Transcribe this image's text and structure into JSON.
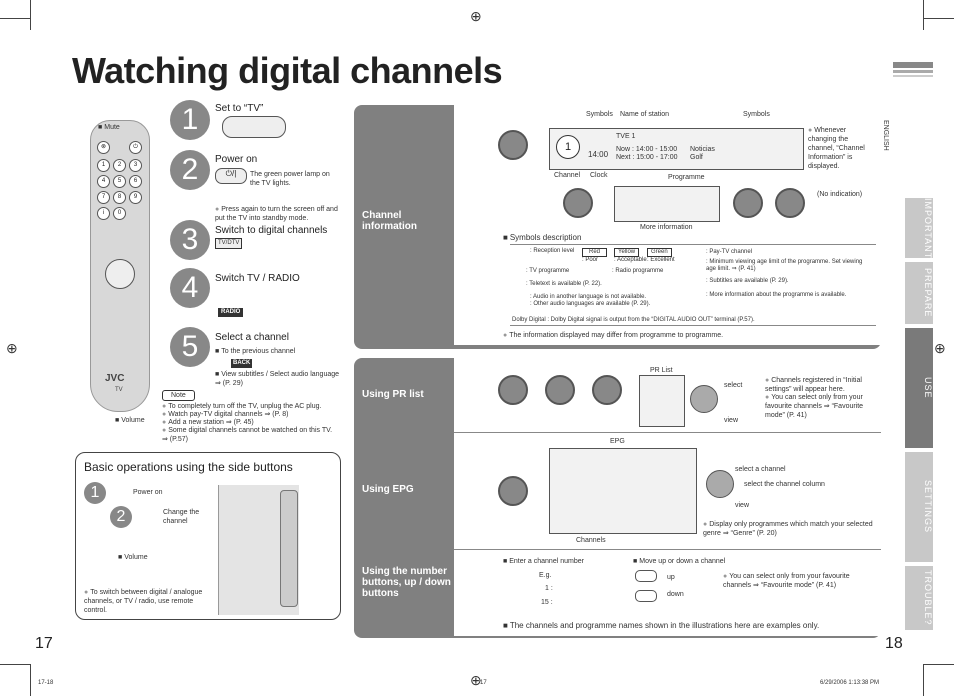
{
  "title": "Watching digital channels",
  "steps": [
    {
      "num": "1",
      "label": "Set to “TV”"
    },
    {
      "num": "2",
      "label": "Power on",
      "note": "The green power lamp on the TV lights.",
      "bullet": "Press again to turn the screen off and put the TV into standby mode."
    },
    {
      "num": "3",
      "label": "Switch to digital channels",
      "button": "TV/DTV"
    },
    {
      "num": "4",
      "label": "Switch TV / RADIO",
      "button": "RADIO"
    },
    {
      "num": "5",
      "label": "Select a channel",
      "sub1": "To the previous channel",
      "back": "BACK",
      "sub2": "View subtitles / Select audio language ⇒ (P. 29)"
    }
  ],
  "remote": {
    "mute": "Mute",
    "volume": "Volume",
    "brand": "JVC",
    "tv": "TV"
  },
  "note": {
    "label": "Note",
    "items": [
      "To completely turn off the TV, unplug the AC plug.",
      "Watch pay-TV digital channels ⇒ (P. 8)",
      "Add a new station ⇒ (P. 45)",
      "Some digital channels cannot be watched on this TV. ⇒ (P.57)"
    ]
  },
  "side_buttons": {
    "title": "Basic operations using the side buttons",
    "power_on": "Power on",
    "change": "Change the channel",
    "volume": "Volume",
    "bullet": "To switch between digital / analogue channels, or TV / radio, use remote control."
  },
  "channel_info": {
    "heading": "Channel information",
    "symbols": "Symbols",
    "name_of_station": "Name of station",
    "symbols2": "Symbols",
    "station": "TVE 1",
    "channel_num": "1",
    "clock": "14:00",
    "now": "Now :  14:00 - 15:00",
    "next": "Next :  15:00 - 17:00",
    "prog_now": "Noticias",
    "prog_next": "Golf",
    "channel": "Channel",
    "clock_label": "Clock",
    "programme": "Programme",
    "whenever": "Whenever changing the channel, “Channel Information” is displayed.",
    "no_indication": "(No indication)",
    "more_info": "More information",
    "symbols_desc": "Symbols description",
    "info_note": "The information displayed may differ from programme to programme.",
    "rows": {
      "reception": ": Reception level",
      "red": "Red",
      "poor": ": Poor",
      "yellow": "Yellow",
      "acceptable": ": Acceptable",
      "green": "Green",
      "excellent": ": Excellent",
      "tvprog": ": TV programme",
      "radioprog": ": Radio programme",
      "teletext": ": Teletext is available (P. 22).",
      "audio1": ": Audio in another language is not available.",
      "audio2": ": Other audio languages are available (P. 29).",
      "dolby": "Dolby Digital : Dolby Digital signal is output from the “DIGITAL AUDIO OUT” terminal (P.57).",
      "paytv": ": Pay-TV channel",
      "minage": ": Minimum viewing age limit of the programme. Set viewing age limit. ⇒ (P. 41)",
      "subtitles": ": Subtitles are available (P. 29).",
      "moreinfo": ": More information about the programme is available."
    }
  },
  "pr_list": {
    "heading": "Using PR list",
    "label": "PR List",
    "select": "select",
    "view": "view",
    "bullet1": "Channels registered in “Initial settings” will appear here.",
    "bullet2": "You can select only from your favourite channels ⇒ “Favourite mode” (P. 41)"
  },
  "epg": {
    "heading": "Using EPG",
    "label": "EPG",
    "select_channel": "select a channel",
    "select_column": "select the channel column",
    "view": "view",
    "channels": "Channels",
    "bullet": "Display only programmes which match your selected genre ⇒ “Genre” (P. 20)"
  },
  "number_buttons": {
    "heading": "Using the number buttons, up / down buttons",
    "enter": "Enter a channel number",
    "move": "Move up or down a channel",
    "eg": "E.g.",
    "eg1": "1 :",
    "eg15": "15 :",
    "up": "up",
    "down": "down",
    "bullet": "You can select only from your favourite channels ⇒ “Favourite mode” (P. 41)"
  },
  "footer_note": "The channels and programme names shown in the illustrations here are examples only.",
  "tabs": [
    "ENGLISH",
    "IMPORTANT!",
    "PREPARE",
    "USE",
    "SETTINGS",
    "TROUBLE?"
  ],
  "pages": {
    "left": "17",
    "right": "18"
  },
  "print": {
    "code": "17-18",
    "page": "17",
    "date": "6/29/2006   1:13:38 PM"
  }
}
